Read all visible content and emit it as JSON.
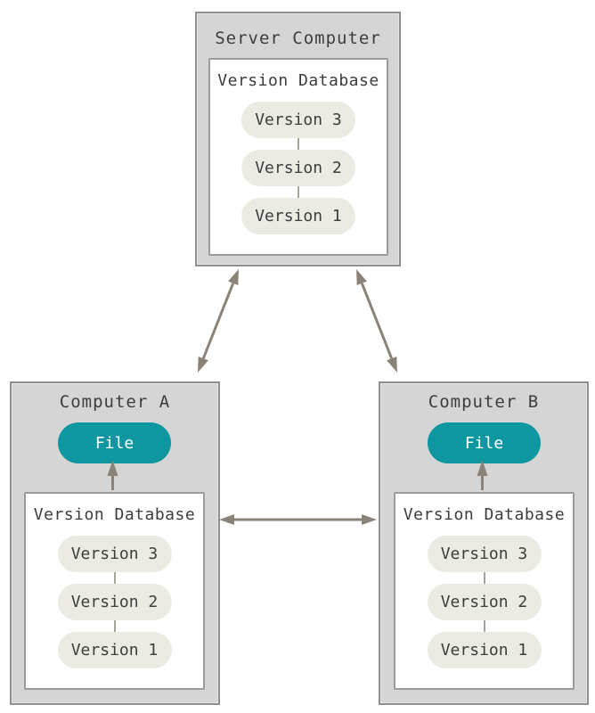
{
  "colors": {
    "accent_teal": "#0f97a1",
    "machine_fill": "#d5d5d5",
    "machine_border": "#8f8f8f",
    "pill_fill": "#ecebe3",
    "arrow": "#8c8378",
    "text": "#3d3d3d"
  },
  "server": {
    "title": "Server Computer",
    "database_label": "Version Database",
    "versions": [
      "Version 3",
      "Version 2",
      "Version 1"
    ]
  },
  "computer_a": {
    "title": "Computer A",
    "file_label": "File",
    "database_label": "Version Database",
    "versions": [
      "Version 3",
      "Version 2",
      "Version 1"
    ]
  },
  "computer_b": {
    "title": "Computer B",
    "file_label": "File",
    "database_label": "Version Database",
    "versions": [
      "Version 3",
      "Version 2",
      "Version 1"
    ]
  }
}
